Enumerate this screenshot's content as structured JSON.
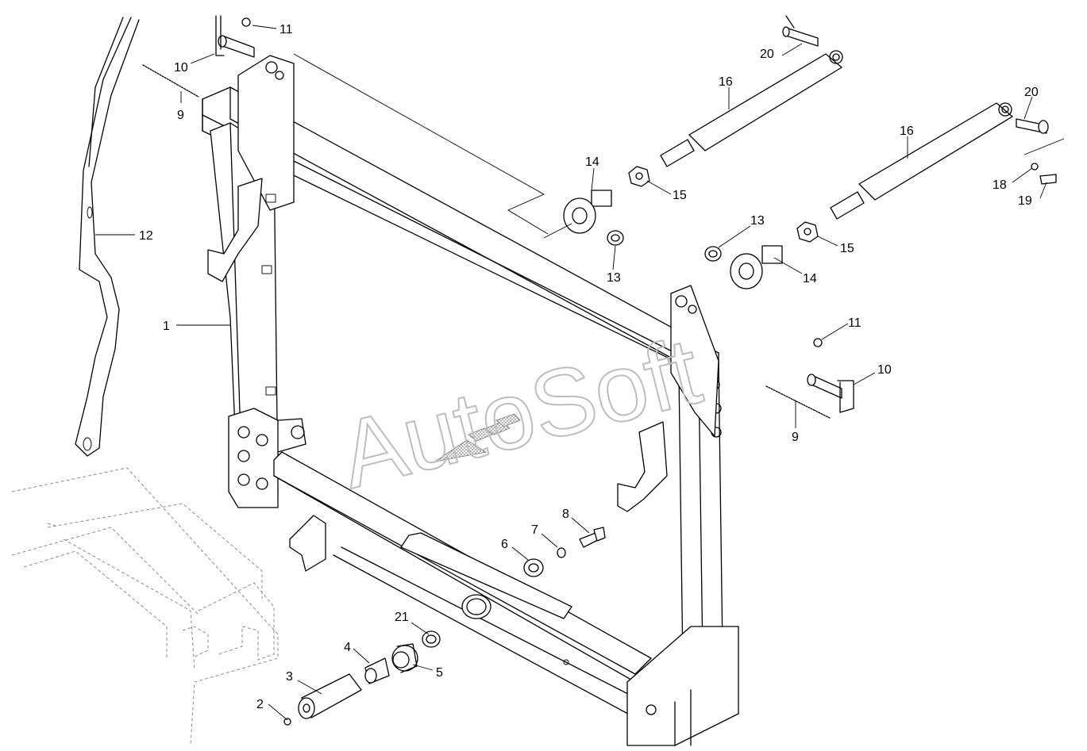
{
  "watermark": "AutoSoft",
  "callouts": [
    {
      "id": "c1",
      "label": "1"
    },
    {
      "id": "c2",
      "label": "2"
    },
    {
      "id": "c3",
      "label": "3"
    },
    {
      "id": "c4",
      "label": "4"
    },
    {
      "id": "c5",
      "label": "5"
    },
    {
      "id": "c6",
      "label": "6"
    },
    {
      "id": "c7",
      "label": "7"
    },
    {
      "id": "c8",
      "label": "8"
    },
    {
      "id": "c9a",
      "label": "9"
    },
    {
      "id": "c9b",
      "label": "9"
    },
    {
      "id": "c10a",
      "label": "10"
    },
    {
      "id": "c10b",
      "label": "10"
    },
    {
      "id": "c11a",
      "label": "11"
    },
    {
      "id": "c11b",
      "label": "11"
    },
    {
      "id": "c12",
      "label": "12"
    },
    {
      "id": "c13a",
      "label": "13"
    },
    {
      "id": "c13b",
      "label": "13"
    },
    {
      "id": "c14a",
      "label": "14"
    },
    {
      "id": "c14b",
      "label": "14"
    },
    {
      "id": "c15a",
      "label": "15"
    },
    {
      "id": "c15b",
      "label": "15"
    },
    {
      "id": "c16a",
      "label": "16"
    },
    {
      "id": "c16b",
      "label": "16"
    },
    {
      "id": "c18",
      "label": "18"
    },
    {
      "id": "c19",
      "label": "19"
    },
    {
      "id": "c20a",
      "label": "20"
    },
    {
      "id": "c20b",
      "label": "20"
    },
    {
      "id": "c21",
      "label": "21"
    }
  ]
}
